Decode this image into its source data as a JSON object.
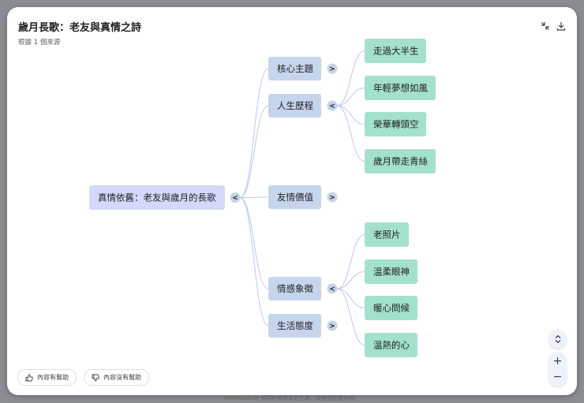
{
  "header": {
    "title": "歲月長歌：老友與真情之詩",
    "subtitle": "根據 1 個來源"
  },
  "toolbar": {
    "collapse_icon": "collapse-arrows-icon",
    "download_icon": "download-icon"
  },
  "mindmap": {
    "root": {
      "label": "真情依舊：老友與歲月的長歌",
      "toggle": "<"
    },
    "branches": [
      {
        "label": "核心主題",
        "toggle": ">"
      },
      {
        "label": "人生歷程",
        "toggle": "<",
        "children": [
          "走過大半生",
          "年輕夢想如風",
          "榮華轉頭空",
          "歲月帶走青絲"
        ]
      },
      {
        "label": "友情價值",
        "toggle": ">"
      },
      {
        "label": "情感象徵",
        "toggle": "<",
        "children": [
          "老照片",
          "溫柔眼神",
          "暖心問候",
          "溫熱的心"
        ]
      },
      {
        "label": "生活態度",
        "toggle": ">"
      }
    ],
    "colors": {
      "root": "#d4d8fb",
      "branch": "#c5d5ec",
      "leaf": "#a4e1cc",
      "line": "#b8c8f0"
    }
  },
  "controls": {
    "expand_icon": "chevron-updown-icon",
    "zoom_in": "+",
    "zoom_out": "−"
  },
  "feedback": {
    "helpful": "內容有幫助",
    "not_helpful": "內容沒有幫助"
  },
  "footer": {
    "disclaimer": "NotebookLM 提供的資訊未必正確，請查證回覆內容。"
  }
}
